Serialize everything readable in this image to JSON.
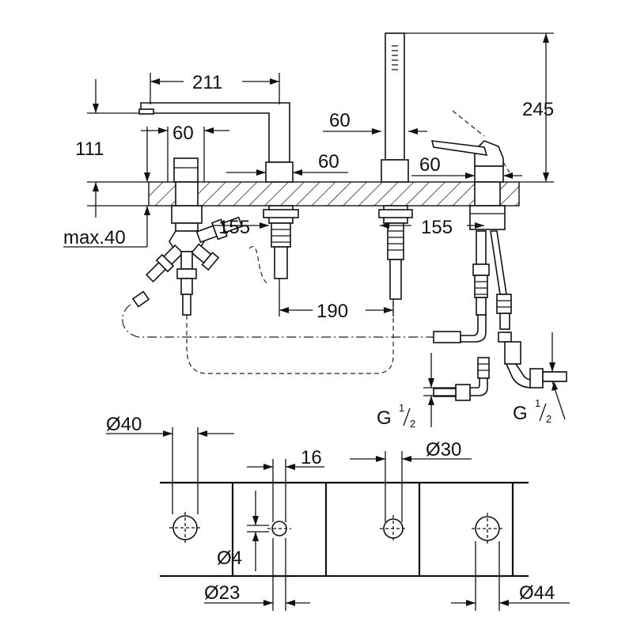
{
  "dimensions": {
    "spout_length": "211",
    "spout_height": "111",
    "max_deck": "max.40",
    "valve_width_left": "60",
    "spout_base_width": "60",
    "handshower_width": "60",
    "mixer_width": "60",
    "total_height": "245",
    "hose_length_left": "155",
    "hose_length_right": "155",
    "center_distance": "190",
    "thread_left": "G",
    "thread_right": "G",
    "thread_fraction_num": "1",
    "thread_fraction_den": "2",
    "hole_diameter_left": "Ø40",
    "spacing_16": "16",
    "hole_diameter_30": "Ø30",
    "hole_diameter_4": "Ø4",
    "hole_diameter_23": "Ø23",
    "hole_diameter_44": "Ø44"
  },
  "colors": {
    "line": "#111111",
    "background": "#ffffff"
  }
}
